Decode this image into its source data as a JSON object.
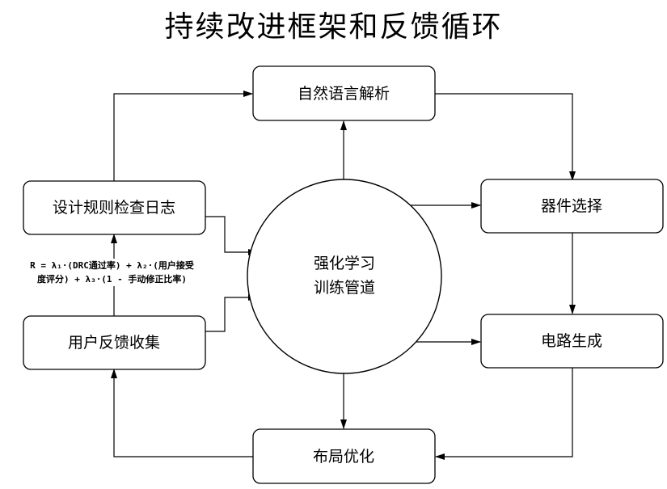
{
  "title": "持续改进框架和反馈循环",
  "center": {
    "line1": "强化学习",
    "line2": "训练管道"
  },
  "nodes": {
    "nlp": "自然语言解析",
    "component": "器件选择",
    "circuit": "电路生成",
    "layout": "布局优化",
    "feedback": "用户反馈收集",
    "drc": "设计规则检查日志"
  },
  "formula": {
    "line1": "R = λ₁·(DRC通过率) + λ₂·(用户接受",
    "line2": "度评分) + λ₃·(1 - 手动修正比率)"
  },
  "colors": {
    "stroke": "#000000",
    "fill": "#ffffff"
  }
}
